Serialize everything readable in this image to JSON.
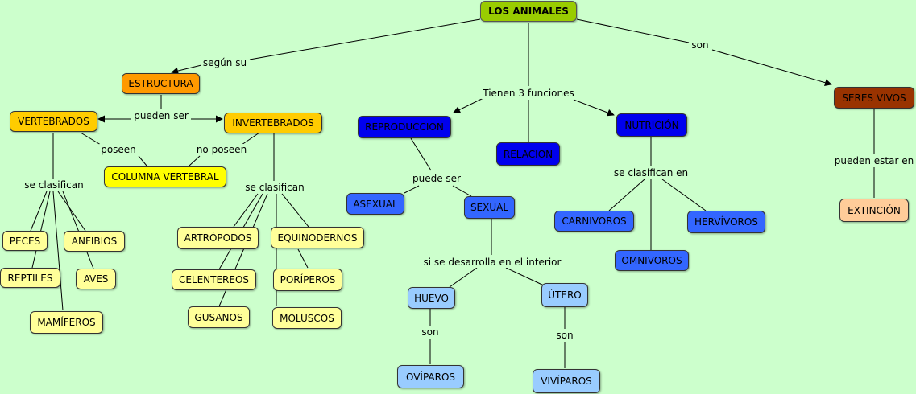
{
  "nodes": {
    "los_animales": "LOS ANIMALES",
    "estructura": "ESTRUCTURA",
    "vertebrados": "VERTEBRADOS",
    "invertebrados": "INVERTEBRADOS",
    "columna_vertebral": "COLUMNA VERTEBRAL",
    "peces": "PECES",
    "anfibios": "ANFIBIOS",
    "reptiles": "REPTILES",
    "aves": "AVES",
    "mamiferos": "MAMÍFEROS",
    "artropodos": "ARTRÓPODOS",
    "equinodermos": "EQUINODERNOS",
    "celentereos": "CELENTEREOS",
    "poriferos": "PORÍPEROS",
    "gusanos": "GUSANOS",
    "moluscos": "MOLUSCOS",
    "reproduccion": "REPRODUCCION",
    "relacion": "RELACION",
    "nutricion": "NUTRICIÓN",
    "asexual": "ASEXUAL",
    "sexual": "SEXUAL",
    "huevo": "HUEVO",
    "utero": "ÚTERO",
    "oviparos": "OVÍPAROS",
    "viviparos": "VIVÍPAROS",
    "carnivoros": "CARNIVOROS",
    "hervivoros": "HERVÍVOROS",
    "omnivoros": "OMNIVOROS",
    "seres_vivos": "SERES VIVOS",
    "extincion": "EXTINCIÓN"
  },
  "links": {
    "segun_su": "según su",
    "son_top": "son",
    "tienen_3_funciones": "Tienen 3 funciones",
    "pueden_ser": "pueden ser",
    "poseen": "poseen",
    "no_poseen": "no poseen",
    "se_clasifican_vert": "se clasifican",
    "se_clasifican_invert": "se clasifican",
    "puede_ser": "puede ser",
    "si_se_desarrolla": "si se desarrolla en el interior",
    "son_huevo": "son",
    "son_utero": "son",
    "se_clasifican_en": "se clasifican en",
    "pueden_estar_en": "pueden estar en"
  },
  "colors": {
    "background": "#ccffcc",
    "root": "#99cc00",
    "estructura": "#ff9900",
    "vert_invert": "#ffcc00",
    "columna": "#ffff00",
    "subclasses": "#ffff99",
    "funciones": "#0000ee",
    "tipos": "#3366ff",
    "desarrollo": "#99ccff",
    "seres_vivos": "#993300",
    "extincion": "#ffcc99"
  }
}
